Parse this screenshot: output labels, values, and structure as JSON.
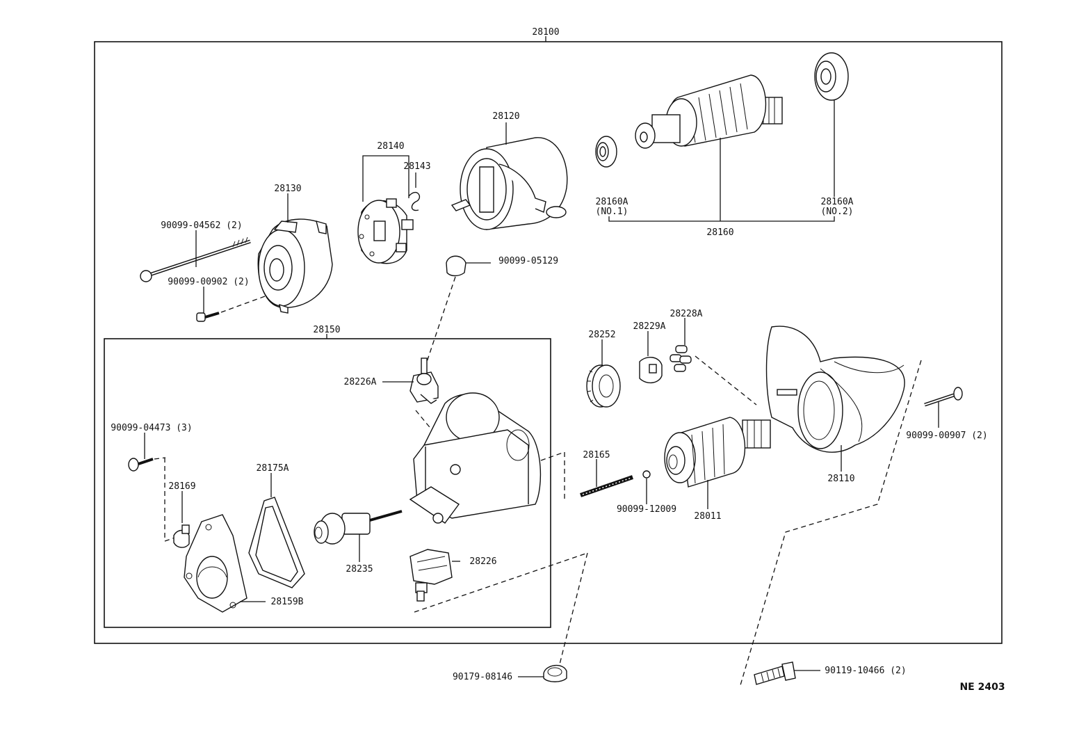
{
  "assembly": {
    "number": "28100"
  },
  "sub_assembly": {
    "number": "28150"
  },
  "labels": {
    "p28120": "28120",
    "p28140": "28140",
    "p28143": "28143",
    "p28130": "28130",
    "p90099_04562": "90099-04562 (2)",
    "p90099_00902": "90099-00902 (2)",
    "p90099_05129": "90099-05129",
    "p28160A_1": "28160A",
    "p28160A_1_note": "(NO.1)",
    "p28160A_2": "28160A",
    "p28160A_2_note": "(NO.2)",
    "p28160": "28160",
    "p28252": "28252",
    "p28229A": "28229A",
    "p28228A": "28228A",
    "p28226A": "28226A",
    "p90099_04473": "90099-04473 (3)",
    "p28169": "28169",
    "p28175A": "28175A",
    "p28235": "28235",
    "p28226": "28226",
    "p28159B": "28159B",
    "p28165": "28165",
    "p90099_12009": "90099-12009",
    "p28011": "28011",
    "p28110": "28110",
    "p90099_00907": "90099-00907 (2)",
    "p90179_08146": "90179-08146",
    "p90119_10466": "90119-10466 (2)"
  },
  "diagram_code": "NE 2403"
}
